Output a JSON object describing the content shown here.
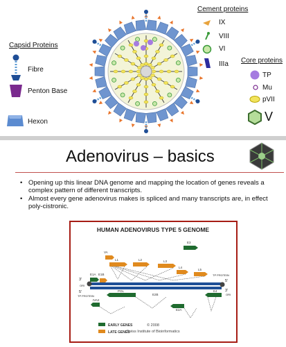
{
  "top": {
    "capsid_heading": "Capsid Proteins",
    "capsid": [
      "Fibre",
      "Penton Base",
      "Hexon"
    ],
    "cement_heading": "Cement proteins",
    "cement": [
      "IX",
      "VIII",
      "VI",
      "IIIa"
    ],
    "core_heading": "Core proteins",
    "core": [
      "TP",
      "Mu",
      "pVII",
      "V"
    ]
  },
  "bottom": {
    "title": "Adenovirus – basics",
    "bullets": [
      "Opening up this linear DNA genome and mapping the location of genes reveals a complex pattern of different transcripts.",
      "Almost every gene adenovirus makes is spliced and many transcripts are, in effect poly-cistronic."
    ]
  },
  "genome": {
    "title": "Human Adenovirus Type 5 genome",
    "labels": {
      "l1": "L1",
      "l2": "L2",
      "l3": "L3",
      "l4": "L4",
      "l5": "L5",
      "e1a": "E1A",
      "e1b": "E1B",
      "e3": "E3",
      "e4": "E4",
      "e2b": "E2B",
      "e2a": "E2A",
      "iva2": "IVA2",
      "pol": "POL",
      "va": "VA",
      "tp_left": "TP PROTEIN",
      "tp_right": "TP PROTEIN",
      "ori_left": "ORI",
      "ori_right": "ORI",
      "p3_left": "3'",
      "p5_left": "5'",
      "p3_right": "3'",
      "p5_right": "5'"
    },
    "legend": [
      "Early genes",
      "Late genes"
    ],
    "copyright": "© 2008",
    "source": "Swiss Institute of Bioinformatics"
  },
  "colors": {
    "early": "#1f6b2f",
    "late": "#e08a1e",
    "dna": "#1e4f96",
    "accent_rule": "#c0504d",
    "frame": "#a61c14"
  }
}
